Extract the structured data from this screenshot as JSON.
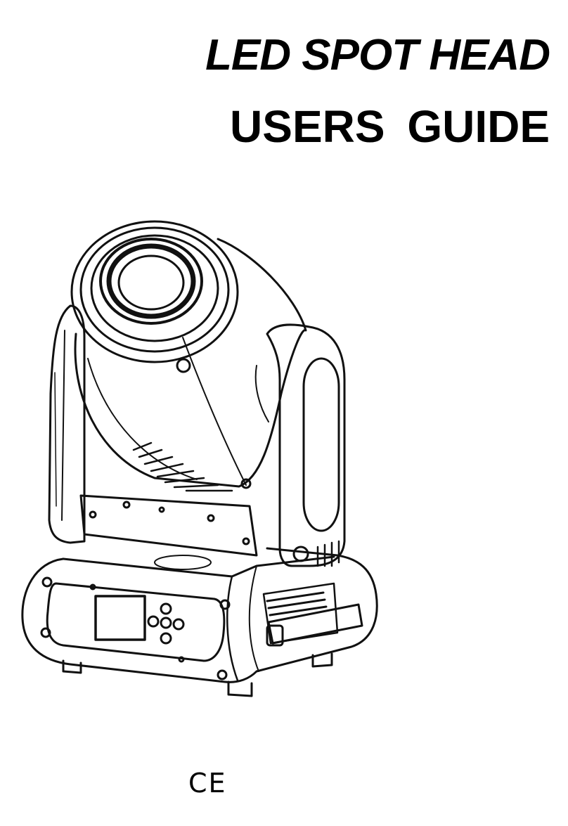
{
  "cover": {
    "title_line1": "LED SPOT HEAD",
    "title_line2": "USERS  GUIDE",
    "certification_mark": "CE",
    "illustration_icon": "moving-head-spotlight-icon"
  }
}
